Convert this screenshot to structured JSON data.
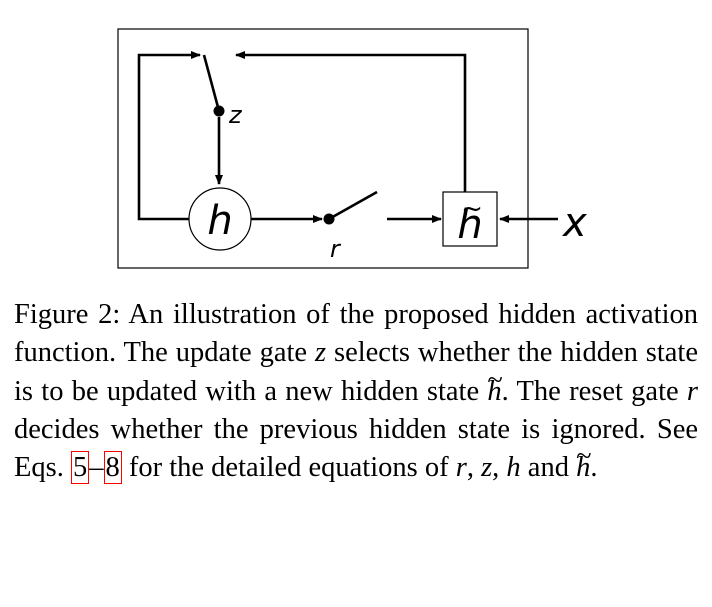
{
  "diagram": {
    "h_label": "h",
    "htilde_label": "h",
    "x_label": "x",
    "z_label": "z",
    "r_label": "r"
  },
  "caption": {
    "label": "Figure 2:",
    "seg1": " An illustration of the proposed hidden activation function.  The update gate ",
    "z1": "z",
    "seg2": " selects whether the hidden state is to be updated with a new hidden state ",
    "htilde1": "h",
    "seg3": ".  The reset gate ",
    "r1": "r",
    "seg4": " decides whether the previous hidden state is ignored. See Eqs. ",
    "ref_start": "5",
    "dash": "–",
    "ref_end": "8",
    "seg5": " for the detailed equations of ",
    "r2": "r",
    "comma1": ", ",
    "z2": "z",
    "comma2": ", ",
    "h1": "h",
    "seg6": " and ",
    "htilde2": "h",
    "end": "."
  }
}
